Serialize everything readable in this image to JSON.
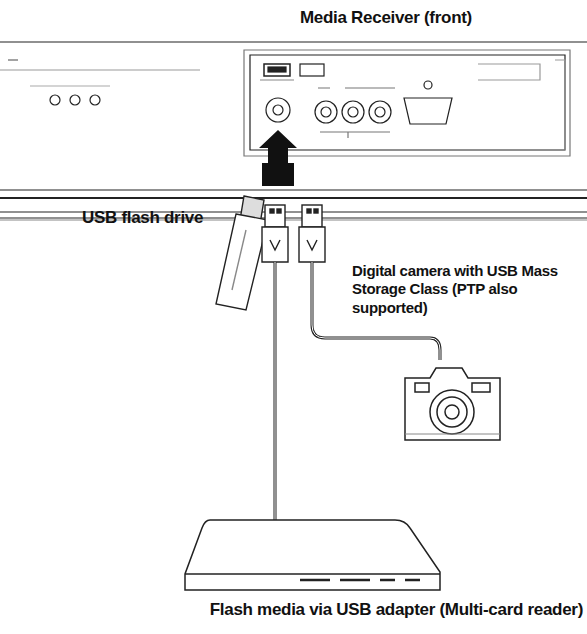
{
  "diagram": {
    "title": "Media Receiver (front)",
    "labels": [
      "USB flash drive",
      "Digital camera with USB Mass Storage Class (PTP also supported)",
      "Flash media via USB adapter (Multi-card reader)"
    ]
  }
}
